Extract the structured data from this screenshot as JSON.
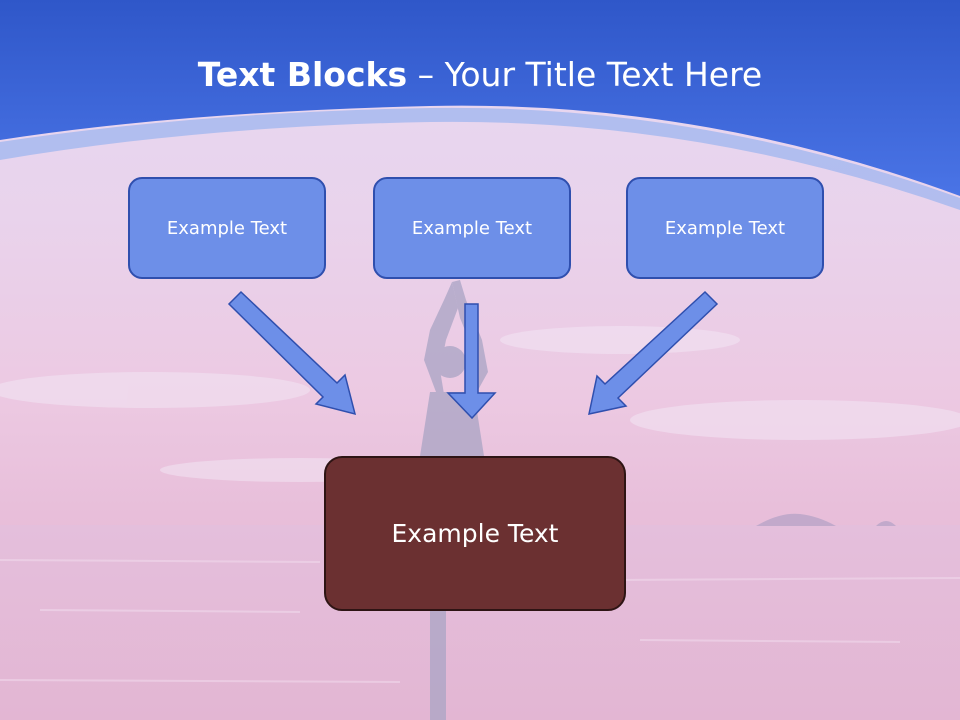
{
  "title": {
    "bold": "Text Blocks",
    "rest": " – Your Title Text Here"
  },
  "top_boxes": [
    {
      "label": "Example Text"
    },
    {
      "label": "Example Text"
    },
    {
      "label": "Example Text"
    }
  ],
  "center_box": {
    "label": "Example Text"
  },
  "colors": {
    "header_blue": "#3f69de",
    "box_fill": "#6d8fe8",
    "box_border": "#2f4fae",
    "center_fill": "#6b3031",
    "arrow_fill": "#6d8fe8"
  }
}
